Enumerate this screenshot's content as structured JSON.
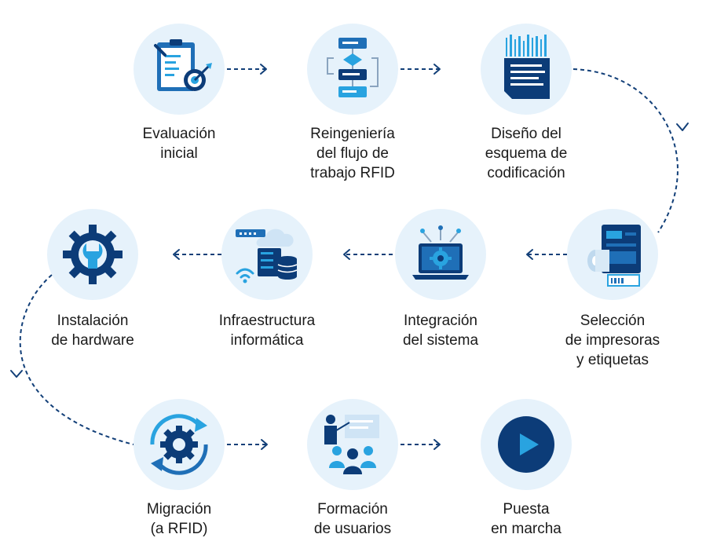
{
  "steps": [
    {
      "id": "evaluacion",
      "icon": "clipboard-target-icon",
      "lines": [
        "Evaluación",
        "inicial"
      ]
    },
    {
      "id": "reingenieria",
      "icon": "workflow-flowchart-icon",
      "lines": [
        "Reingeniería",
        "del flujo de",
        "trabajo RFID"
      ]
    },
    {
      "id": "diseno",
      "icon": "encoding-document-icon",
      "lines": [
        "Diseño del",
        "esquema de",
        "codificación"
      ]
    },
    {
      "id": "seleccion",
      "icon": "printer-labels-icon",
      "lines": [
        "Selección",
        "de impresoras",
        "y etiquetas"
      ]
    },
    {
      "id": "integracion",
      "icon": "laptop-gear-icon",
      "lines": [
        "Integración",
        "del sistema"
      ]
    },
    {
      "id": "infraestructura",
      "icon": "server-cloud-wifi-icon",
      "lines": [
        "Infraestructura",
        "informática"
      ]
    },
    {
      "id": "instalacion",
      "icon": "gear-wrench-icon",
      "lines": [
        "Instalación",
        "de hardware"
      ]
    },
    {
      "id": "migracion",
      "icon": "gear-sync-icon",
      "lines": [
        "Migración",
        "(a RFID)"
      ]
    },
    {
      "id": "formacion",
      "icon": "training-presentation-icon",
      "lines": [
        "Formación",
        "de usuarios"
      ]
    },
    {
      "id": "puesta",
      "icon": "play-icon",
      "lines": [
        "Puesta",
        "en marcha"
      ]
    }
  ],
  "colors": {
    "circle_fill": "#e6f2fb",
    "dark_blue": "#0c3c78",
    "mid_blue": "#1f6fb7",
    "light_blue": "#29a3e0",
    "connector": "#123f78",
    "text": "#1b1b1b"
  }
}
